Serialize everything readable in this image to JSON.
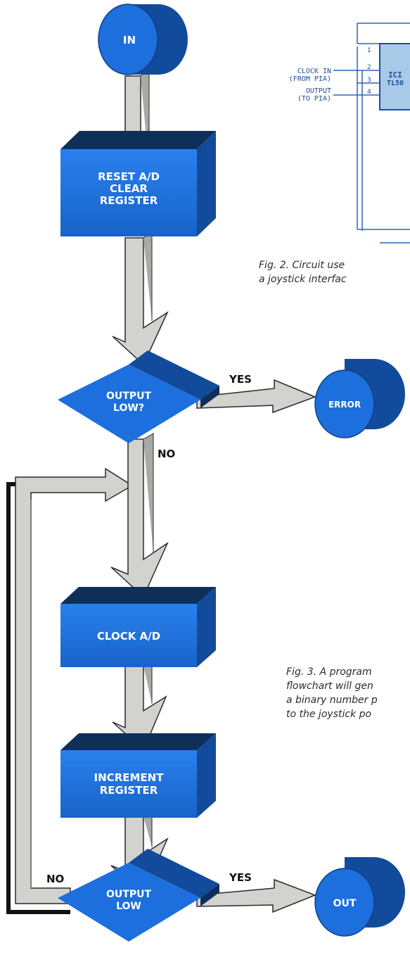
{
  "colors": {
    "box": "#1c6fdc",
    "box_side": "#124a9c",
    "box_top": "#0e2f5a",
    "arrow": "#d0d2cd",
    "arrow_edge": "#3a3a38",
    "loop_line": "#1a1a1a"
  },
  "flowchart": {
    "start": "IN",
    "reset_box": [
      "RESET A/D",
      "CLEAR",
      "REGISTER"
    ],
    "decision1": [
      "OUTPUT",
      "LOW?"
    ],
    "decision1_yes": "YES",
    "decision1_no": "NO",
    "error": "ERROR",
    "clock_box": "CLOCK A/D",
    "increment_box": [
      "INCREMENT",
      "REGISTER"
    ],
    "decision2": [
      "OUTPUT",
      "LOW"
    ],
    "decision2_yes": "YES",
    "decision2_no": "NO",
    "end": "OUT"
  },
  "circuit": {
    "chip": [
      "ICI",
      "TL50"
    ],
    "pins": [
      "1",
      "2",
      "3",
      "4"
    ],
    "clock_in": [
      "CLOCK IN",
      "(FROM PIA)"
    ],
    "output": [
      "OUTPUT",
      "(TO PIA)"
    ]
  },
  "captions": {
    "fig2": [
      "Fig. 2. Circuit use",
      "a joystick interfac"
    ],
    "fig3": [
      "Fig. 3. A program",
      "flowchart will gen",
      "a binary number p",
      "to the joystick po"
    ]
  }
}
